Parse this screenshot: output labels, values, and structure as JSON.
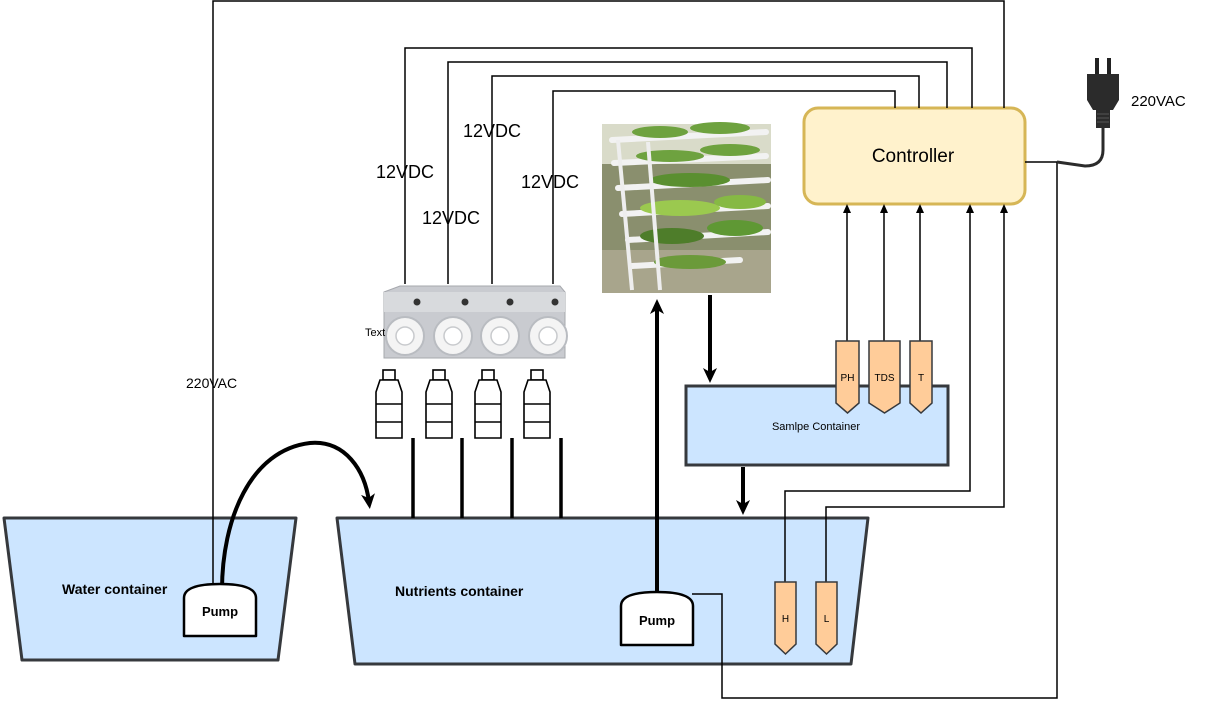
{
  "labels": {
    "controller": "Controller",
    "ac_plug": "220VAC",
    "ac_water_pump": "220VAC",
    "pump_power": [
      "12VDC",
      "12VDC",
      "12VDC",
      "12VDC"
    ],
    "pump_text": "Text",
    "sample_container": "Samlpe Container",
    "sensors": [
      "PH",
      "TDS",
      "T"
    ],
    "level_sensors": [
      "H",
      "L"
    ],
    "water_container": "Water container",
    "nutrients_container": "Nutrients container",
    "water_pump": "Pump",
    "nutrients_pump": "Pump"
  },
  "colors": {
    "controller_fill": "#fff2cc",
    "controller_stroke": "#d6b656",
    "container_fill": "#cce5ff",
    "container_stroke": "#36393d",
    "sensor_fill": "#ffcc99",
    "sensor_stroke": "#36393d"
  },
  "icons": [
    "power-plug-icon",
    "peristaltic-pump-icon",
    "bottle-icon",
    "hydroponic-tower-icon"
  ]
}
